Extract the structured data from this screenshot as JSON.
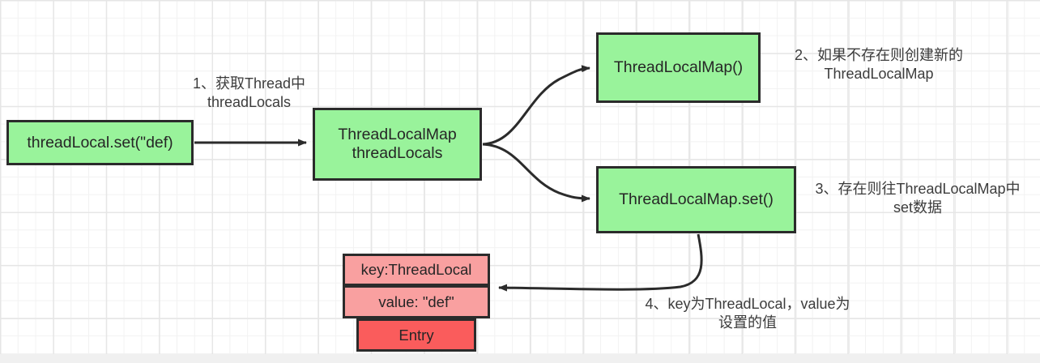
{
  "diagram": {
    "title": "ThreadLocal set flow",
    "background": {
      "canvas_color": "#ffffff",
      "grid_color": "#ebebeb",
      "footer_color": "#f0f0f0"
    },
    "colors": {
      "node_green": "#99F39B",
      "node_salmon": "#F9A0A0",
      "node_red": "#FA5C5C",
      "border": "#2b2b2b",
      "text": "#262626",
      "label_text": "#3c3c3c"
    },
    "nodes": {
      "threadlocal_set": "threadLocal.set(\"def)",
      "threadlocals": "ThreadLocalMap\nthreadLocals",
      "threadlocalmap_new": "ThreadLocalMap()",
      "threadlocalmap_set": "ThreadLocalMap.set()",
      "entry_key": "key:ThreadLocal",
      "entry_value": "value: \"def\"",
      "entry_label": "Entry"
    },
    "labels": {
      "step1": "1、获取Thread中\nthreadLocals",
      "step2": "2、如果不存在则创建新的\nThreadLocalMap",
      "step3": "3、存在则往ThreadLocalMap中\nset数据",
      "step4": "4、key为ThreadLocal，value为\n设置的值"
    },
    "edges": [
      {
        "name": "set-to-threadlocals",
        "from": "threadlocal_set",
        "to": "threadlocals",
        "style": "straight-arrow"
      },
      {
        "name": "threadlocals-to-new",
        "from": "threadlocals",
        "to": "threadlocalmap_new",
        "style": "curved-arrow"
      },
      {
        "name": "threadlocals-to-set",
        "from": "threadlocals",
        "to": "threadlocalmap_set",
        "style": "curved-arrow"
      },
      {
        "name": "set-to-entry",
        "from": "threadlocalmap_set",
        "to": "entry_key",
        "style": "curved-arrow"
      }
    ]
  }
}
